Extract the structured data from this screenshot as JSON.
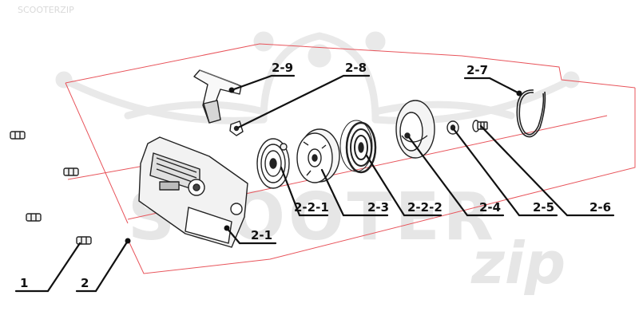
{
  "watermark": {
    "brand": "SCOOTER",
    "suffix": "zip",
    "corner_text": "SCOOTERZIP"
  },
  "colors": {
    "frame_line": "#e8545b",
    "leader": "#111111",
    "part_fill": "#f2f2f2",
    "part_stroke": "#222222",
    "watermark": "#e6e6e6"
  },
  "labels": [
    {
      "id": "1",
      "text": "1"
    },
    {
      "id": "2",
      "text": "2"
    },
    {
      "id": "2-1",
      "text": "2-1"
    },
    {
      "id": "2-2-1",
      "text": "2-2-1"
    },
    {
      "id": "2-3",
      "text": "2-3"
    },
    {
      "id": "2-2-2",
      "text": "2-2-2"
    },
    {
      "id": "2-4",
      "text": "2-4"
    },
    {
      "id": "2-5",
      "text": "2-5"
    },
    {
      "id": "2-6",
      "text": "2-6"
    },
    {
      "id": "2-7",
      "text": "2-7"
    },
    {
      "id": "2-8",
      "text": "2-8"
    },
    {
      "id": "2-9",
      "text": "2-9"
    }
  ]
}
